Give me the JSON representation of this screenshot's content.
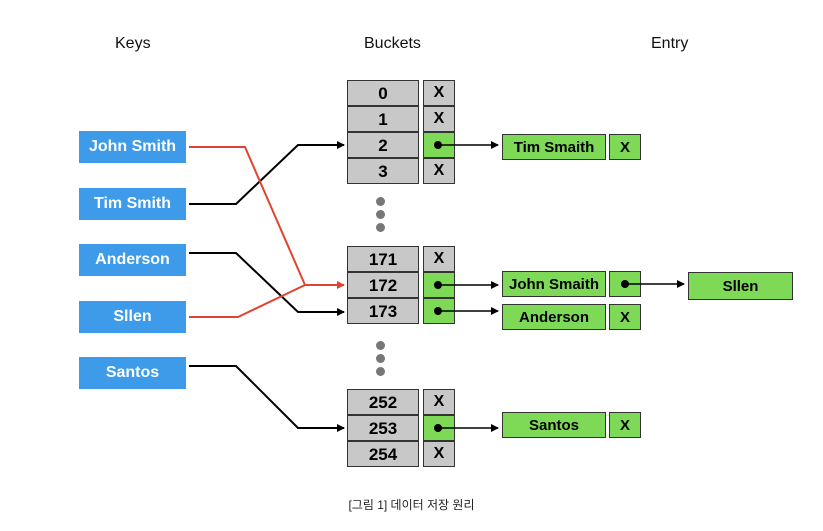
{
  "headers": {
    "keys": "Keys",
    "buckets": "Buckets",
    "entry": "Entry"
  },
  "keys": [
    "John Smith",
    "Tim Smith",
    "Anderson",
    "Sllen",
    "Santos"
  ],
  "buckets": [
    {
      "index": "0",
      "ptr": "X"
    },
    {
      "index": "1",
      "ptr": "X"
    },
    {
      "index": "2",
      "ptr": ""
    },
    {
      "index": "3",
      "ptr": "X"
    },
    {
      "index": "171",
      "ptr": "X"
    },
    {
      "index": "172",
      "ptr": ""
    },
    {
      "index": "173",
      "ptr": ""
    },
    {
      "index": "252",
      "ptr": "X"
    },
    {
      "index": "253",
      "ptr": ""
    },
    {
      "index": "254",
      "ptr": "X"
    }
  ],
  "entries": {
    "tim": {
      "name": "Tim Smaith",
      "next": "X"
    },
    "john": {
      "name": "John Smaith"
    },
    "sllen": {
      "name": "Sllen"
    },
    "anderson": {
      "name": "Anderson",
      "next": "X"
    },
    "santos": {
      "name": "Santos",
      "next": "X"
    }
  },
  "caption": "[그림 1] 데이터 저장 원리",
  "colors": {
    "key": "#3d9be9",
    "entry": "#7ed957",
    "bucket": "#c8c8c8",
    "collision_line": "#e0442f"
  }
}
